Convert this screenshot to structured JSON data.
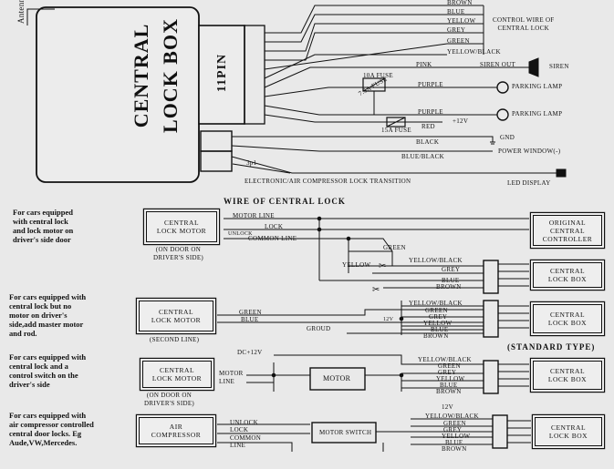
{
  "main_box": {
    "antenna": "Antenna",
    "title_line1": "CENTRAL",
    "title_line2": "LOCK BOX",
    "pin_label": "11PIN",
    "connector_3p": "3p1"
  },
  "top_wires": {
    "brown": "BROWN",
    "blue": "BLUE",
    "yellow": "YELLOW",
    "grey": "GREY",
    "green": "GREEN",
    "yellow_black": "YELLOW/BLACK",
    "control_wire": "CONTROL WIRE OF\nCENTRAL LOCK",
    "pink": "PINK",
    "siren_out": "SIREN OUT",
    "siren": "SIREN",
    "fuse_10a": "10A FUSE",
    "fuse_75a": "7.5A FUSE",
    "purple_1": "PURPLE",
    "parking_lamp_1": "PARKING LAMP",
    "purple_2": "PURPLE",
    "parking_lamp_2": "PARKING LAMP",
    "fuse_15a": "15A FUSE",
    "red": "RED",
    "plus_12v": "+12V",
    "black": "BLACK",
    "gnd": "GND",
    "blue_black": "BLUE/BLACK",
    "power_window": "POWER WINDOW(-)",
    "electronic_note": "ELECTRONIC/AIR COMPRESSOR LOCK TRANSITION",
    "led_display": "LED DISPLAY"
  },
  "wire_header": "WIRE OF CENTRAL LOCK",
  "standard_type": "(STANDARD TYPE)",
  "sections": [
    {
      "description": "For cars equipped\nwith central lock\nand lock motor on\ndriver's side door",
      "device": "CENTRAL\nLOCK MOTOR",
      "caption": "(ON DOOR ON\nDRIVER'S SIDE)"
    },
    {
      "description": "For cars equipped with\ncentral lock but no\nmotor on driver's\nside,add master motor\nand rod.",
      "device": "CENTRAL\nLOCK MOTOR",
      "caption": "(SECOND LINE)"
    },
    {
      "description": "For cars equipped with\ncentral lock and a\ncontrol switch on the\ndriver's side",
      "device": "CENTRAL\nLOCK MOTOR",
      "caption": "(ON DOOR ON\nDRIVER'S SIDE)"
    },
    {
      "description": "For cars equipped with\nair compressor controlled\ncentral door locks. Eg\nAude,VW,Mercedes.",
      "device": "AIR\nCOMPRESSOR",
      "caption": ""
    }
  ],
  "s1": {
    "motor_line": "MOTOR LINE",
    "lock": "LOCK",
    "unlock": "UNLOCK",
    "common_line": "COMMON LINE",
    "original": "ORIGINAL\nCENTRAL\nCONTROLLER",
    "green": "GREEN",
    "yellow": "YELLOW",
    "w_yb": "YELLOW/BLACK",
    "w_grey": "GREY",
    "w_blue": "BLUE",
    "w_brown": "BROWN",
    "clb": "CENTRAL\nLOCK BOX"
  },
  "s2": {
    "green": "GREEN",
    "blue": "BLUE",
    "groud": "GROUD",
    "v12": "12V",
    "w_yb": "YELLOW/BLACK",
    "w_green": "GREEN",
    "w_grey": "GREY",
    "w_yellow": "YELLOW",
    "w_blue": "BLUE",
    "w_brown": "BROWN",
    "clb": "CENTRAL\nLOCK BOX"
  },
  "s3": {
    "dc12": "DC+12V",
    "motor_line": "MOTOR\nLINE",
    "motor": "MOTOR",
    "w_yb": "YELLOW/BLACK",
    "w_green": "GREEN",
    "w_grey": "GREY",
    "w_yellow": "YELLOW",
    "w_blue": "BLUE",
    "w_brown": "BROWN",
    "clb": "CENTRAL\nLOCK BOX"
  },
  "s4": {
    "unlock": "UNLOCK",
    "lock": "LOCK",
    "common": "COMMON",
    "line": "LINE",
    "motor_switch": "MOTOR SWITCH",
    "v12": "12V",
    "w_yb": "YELLOW/BLACK",
    "w_green": "GREEN",
    "w_grey": "GREY",
    "w_yellow": "YELLOW",
    "w_blue": "BLUE",
    "w_brown": "BROWN",
    "clb": "CENTRAL\nLOCK BOX"
  }
}
